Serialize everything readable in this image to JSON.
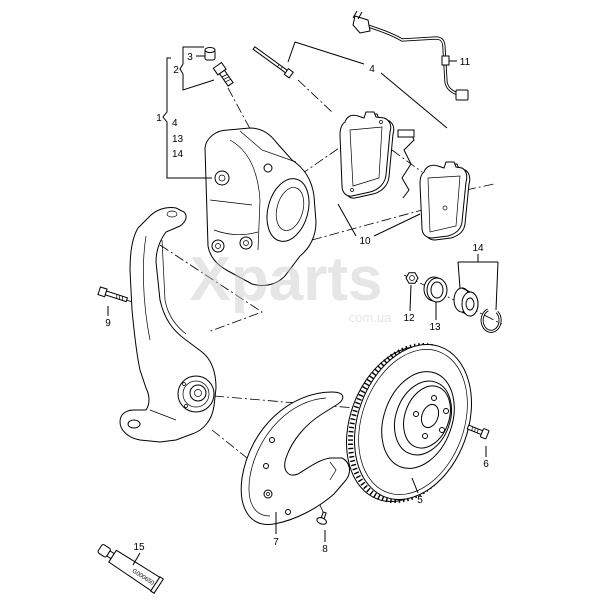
{
  "diagram": {
    "callouts": {
      "item_1": "1",
      "item_2": "2",
      "item_3": "3",
      "item_4_group": "4",
      "item_13_group": "13",
      "item_14_group": "14",
      "item_4": "4",
      "item_11": "11",
      "item_10": "10",
      "item_14": "14",
      "item_12": "12",
      "item_13": "13",
      "item_9": "9",
      "item_6": "6",
      "item_5": "5",
      "item_7": "7",
      "item_8": "8",
      "item_15": "15"
    },
    "tube_print": "G000650"
  },
  "watermark": {
    "brand": "Xparts",
    "domain": "com.ua"
  },
  "colors": {
    "line": "#000000",
    "background": "#ffffff",
    "watermark": "#c8c8c8"
  }
}
